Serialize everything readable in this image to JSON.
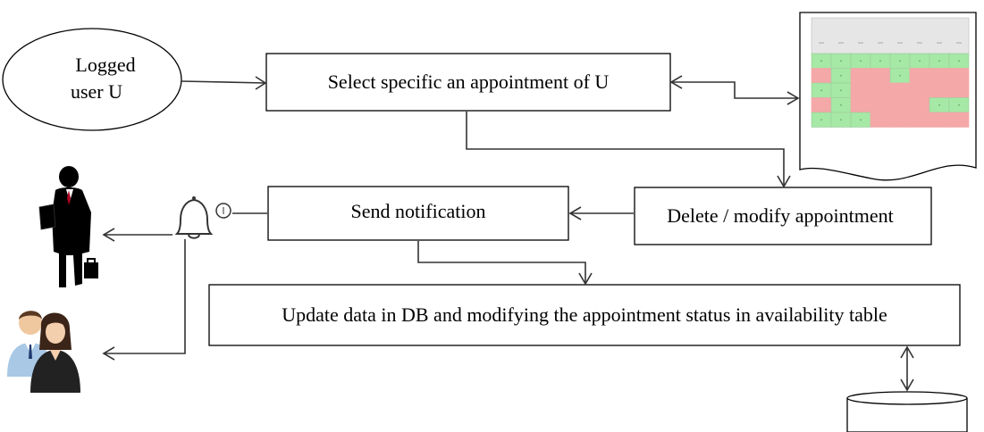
{
  "nodes": {
    "logged_user_line1": "Logged",
    "logged_user_line2": "user U",
    "select_appointment": "Select specific an appointment of U",
    "delete_modify": "Delete / modify appointment",
    "send_notification": "Send notification",
    "update_data": "Update data in DB and modifying the appointment status in availability table"
  },
  "availability_table": {
    "cells": [
      [
        "g",
        "g",
        "g",
        "g",
        "g",
        "g",
        "g",
        "g"
      ],
      [
        "r",
        "g",
        "r",
        "r",
        "g",
        "r",
        "r",
        "r"
      ],
      [
        "g",
        "g",
        "r",
        "r",
        "r",
        "r",
        "r",
        "r"
      ],
      [
        "r",
        "g",
        "r",
        "r",
        "r",
        "r",
        "g",
        "g"
      ],
      [
        "g",
        "g",
        "g",
        "r",
        "r",
        "r",
        "r",
        "r"
      ]
    ]
  },
  "colors": {
    "available": "#a6e8a6",
    "booked": "#f4a8a8",
    "header": "#e6e6e6"
  },
  "icons": {
    "business_person": "businessman-silhouette-icon",
    "users": "users-couple-icon",
    "notification": "bell-icon",
    "database": "database-cylinder-icon"
  }
}
